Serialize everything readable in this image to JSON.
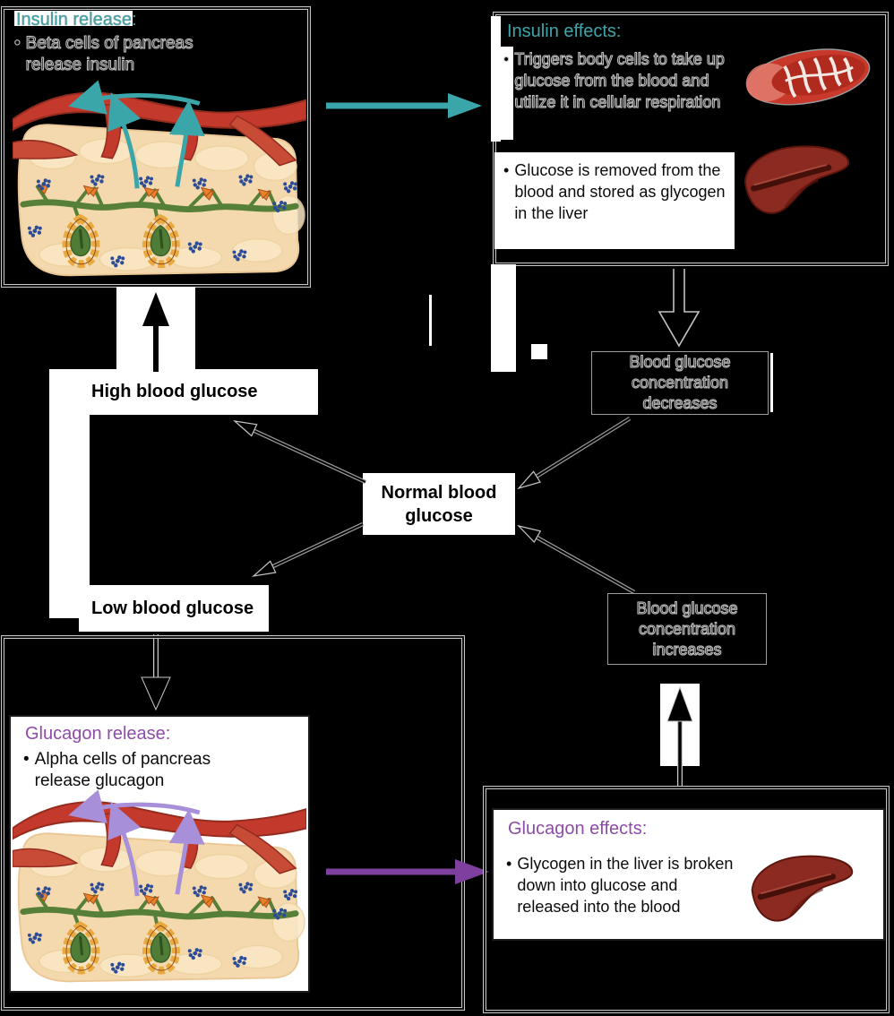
{
  "meta": {
    "bullet": "•"
  },
  "colors": {
    "background": "#000000",
    "box_white": "#ffffff",
    "teal_accent": "#3BA6AA",
    "purple_accent": "#7E3F9E",
    "purple_title": "#8E4BA8",
    "vessel_red": "#C3392C",
    "tissue_cream": "#F4D9AF",
    "liver_red": "#8A2A20",
    "islet_blue": "#2C4C97",
    "duct_green": "#567F37"
  },
  "insulin_release": {
    "title": "Insulin release:",
    "bullet": "Beta cells of pancreas release insulin"
  },
  "insulin_effects": {
    "title": "Insulin effects:",
    "bullet1": "Triggers body cells to take up glucose from the blood and utilize it in cellular respiration",
    "bullet2": "Glucose is removed from the blood and stored as glycogen in the liver"
  },
  "states": {
    "high": "High blood glucose",
    "normal": "Normal blood glucose",
    "low": "Low blood glucose"
  },
  "transitions": {
    "decreases": "Blood glucose concentration decreases",
    "increases": "Blood glucose concentration increases"
  },
  "glucagon_release": {
    "title": "Glucagon release:",
    "bullet": "Alpha cells of pancreas release glucagon"
  },
  "glucagon_effects": {
    "title": "Glucagon effects:",
    "bullet": "Glycogen in the liver is broken down into glucose and released into the blood"
  },
  "icons": {
    "pancreas": "pancreas-illustration",
    "mitochondria": "mitochondria-icon",
    "liver": "liver-icon"
  }
}
